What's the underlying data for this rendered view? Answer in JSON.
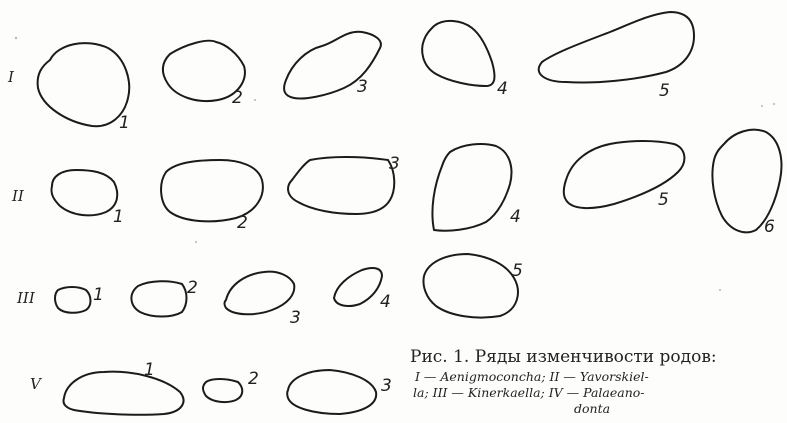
{
  "rows": [
    {
      "label": "I",
      "specimens": [
        "1",
        "2",
        "3",
        "4",
        "5"
      ]
    },
    {
      "label": "II",
      "specimens": [
        "1",
        "2",
        "3",
        "4",
        "5",
        "6"
      ]
    },
    {
      "label": "III",
      "specimens": [
        "1",
        "2",
        "3",
        "4",
        "5"
      ]
    },
    {
      "label": "V",
      "specimens": [
        "1",
        "2",
        "3"
      ]
    }
  ],
  "caption": {
    "title": "Рис. 1. Ряды изменчивости родов:",
    "lines": [
      "I — Aenigmoconcha;  II — Yavorskiel-",
      "la;  III — Kinerkaella;  IV — Palaeano-",
      "donta"
    ]
  }
}
